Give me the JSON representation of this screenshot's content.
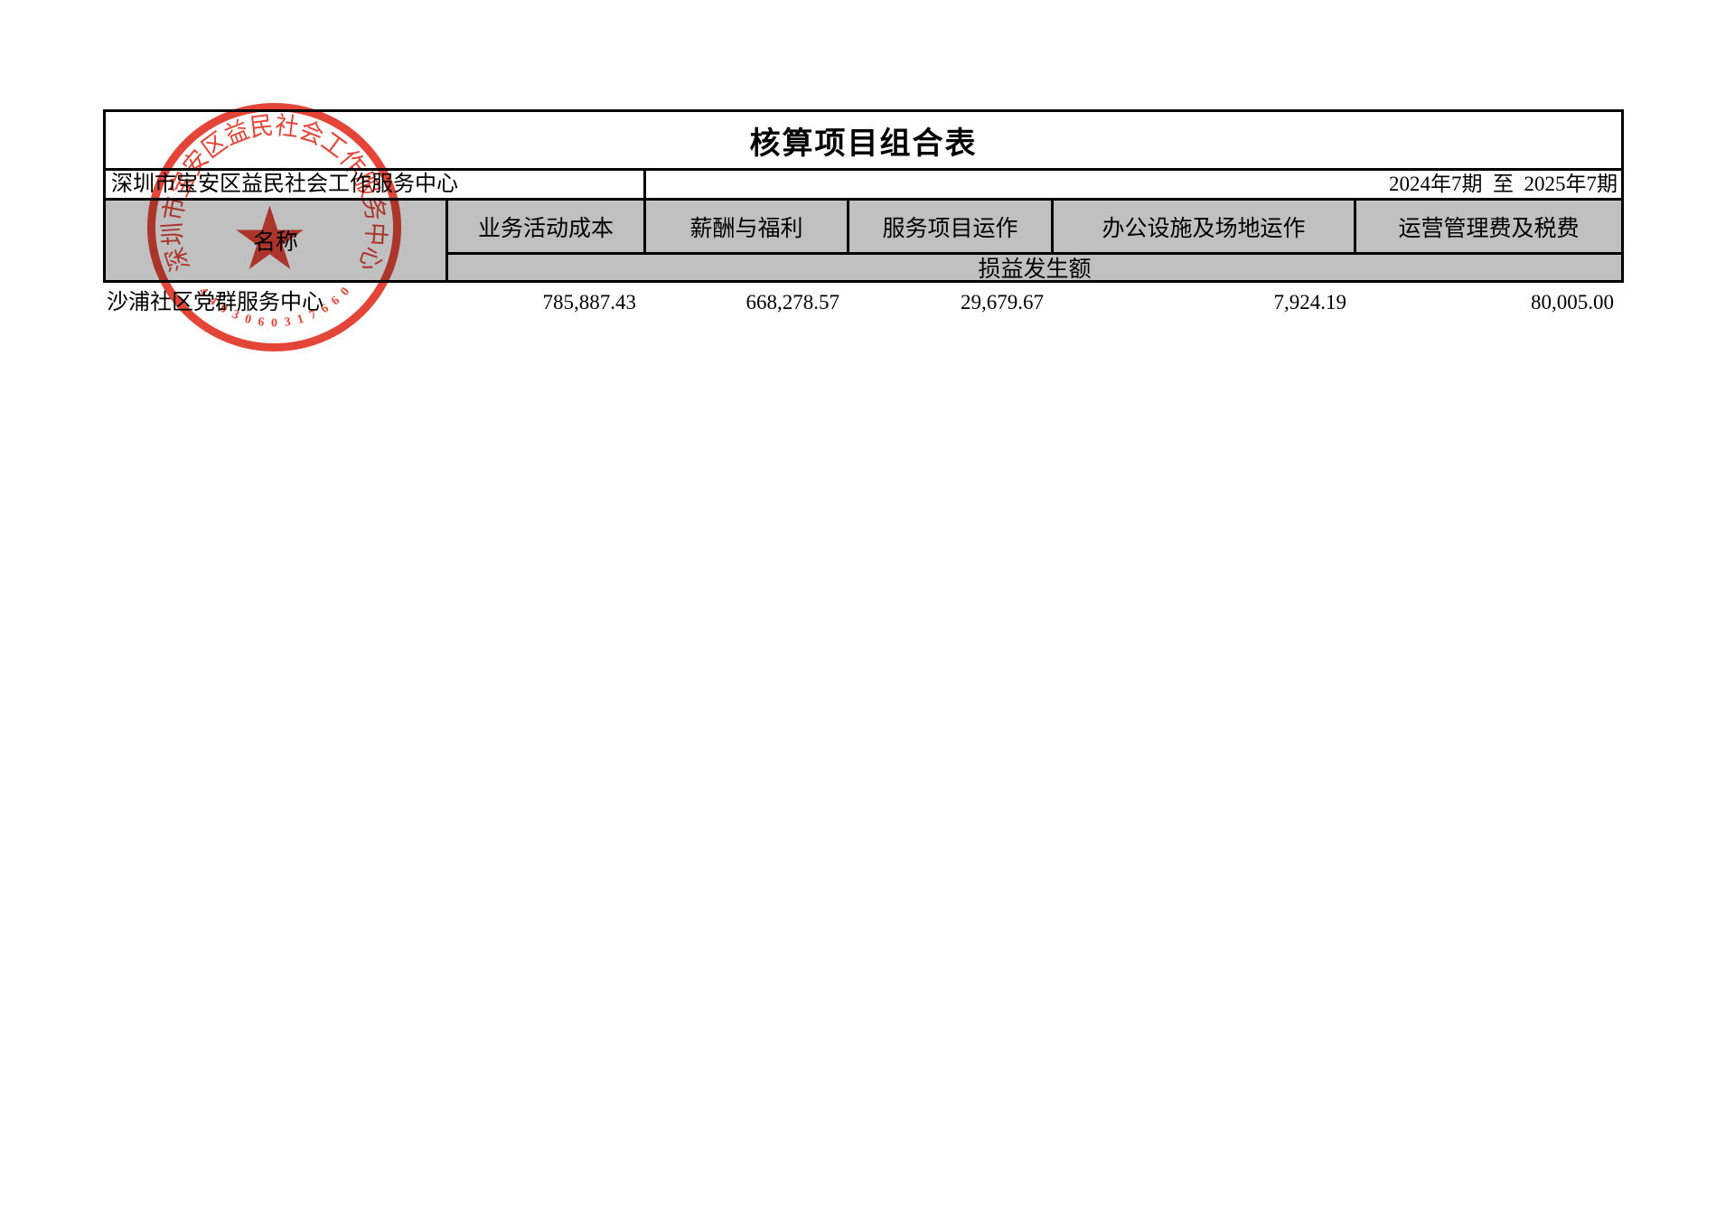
{
  "title": "核算项目组合表",
  "org_row": {
    "company": "深圳市宝安区益民社会工作服务中心",
    "period": "2024年7期  至  2025年7期"
  },
  "header": {
    "name_label": "名称",
    "columns": [
      "业务活动成本",
      "薪酬与福利",
      "服务项目运作",
      "办公设施及场地运作",
      "运营管理费及税费"
    ],
    "sub_label": "损益发生额"
  },
  "rows": [
    {
      "name": "沙浦社区党群服务中心",
      "values": [
        "785,887.43",
        "668,278.57",
        "29,679.67",
        "7,924.19",
        "80,005.00"
      ]
    }
  ],
  "stamp": {
    "ring_text": "深圳市宝安区益民社会工作服务中心",
    "serial": "4403060317660",
    "color": "#e23c2d"
  },
  "colors": {
    "header_bg": "#c0c0c0",
    "border": "#000000"
  }
}
